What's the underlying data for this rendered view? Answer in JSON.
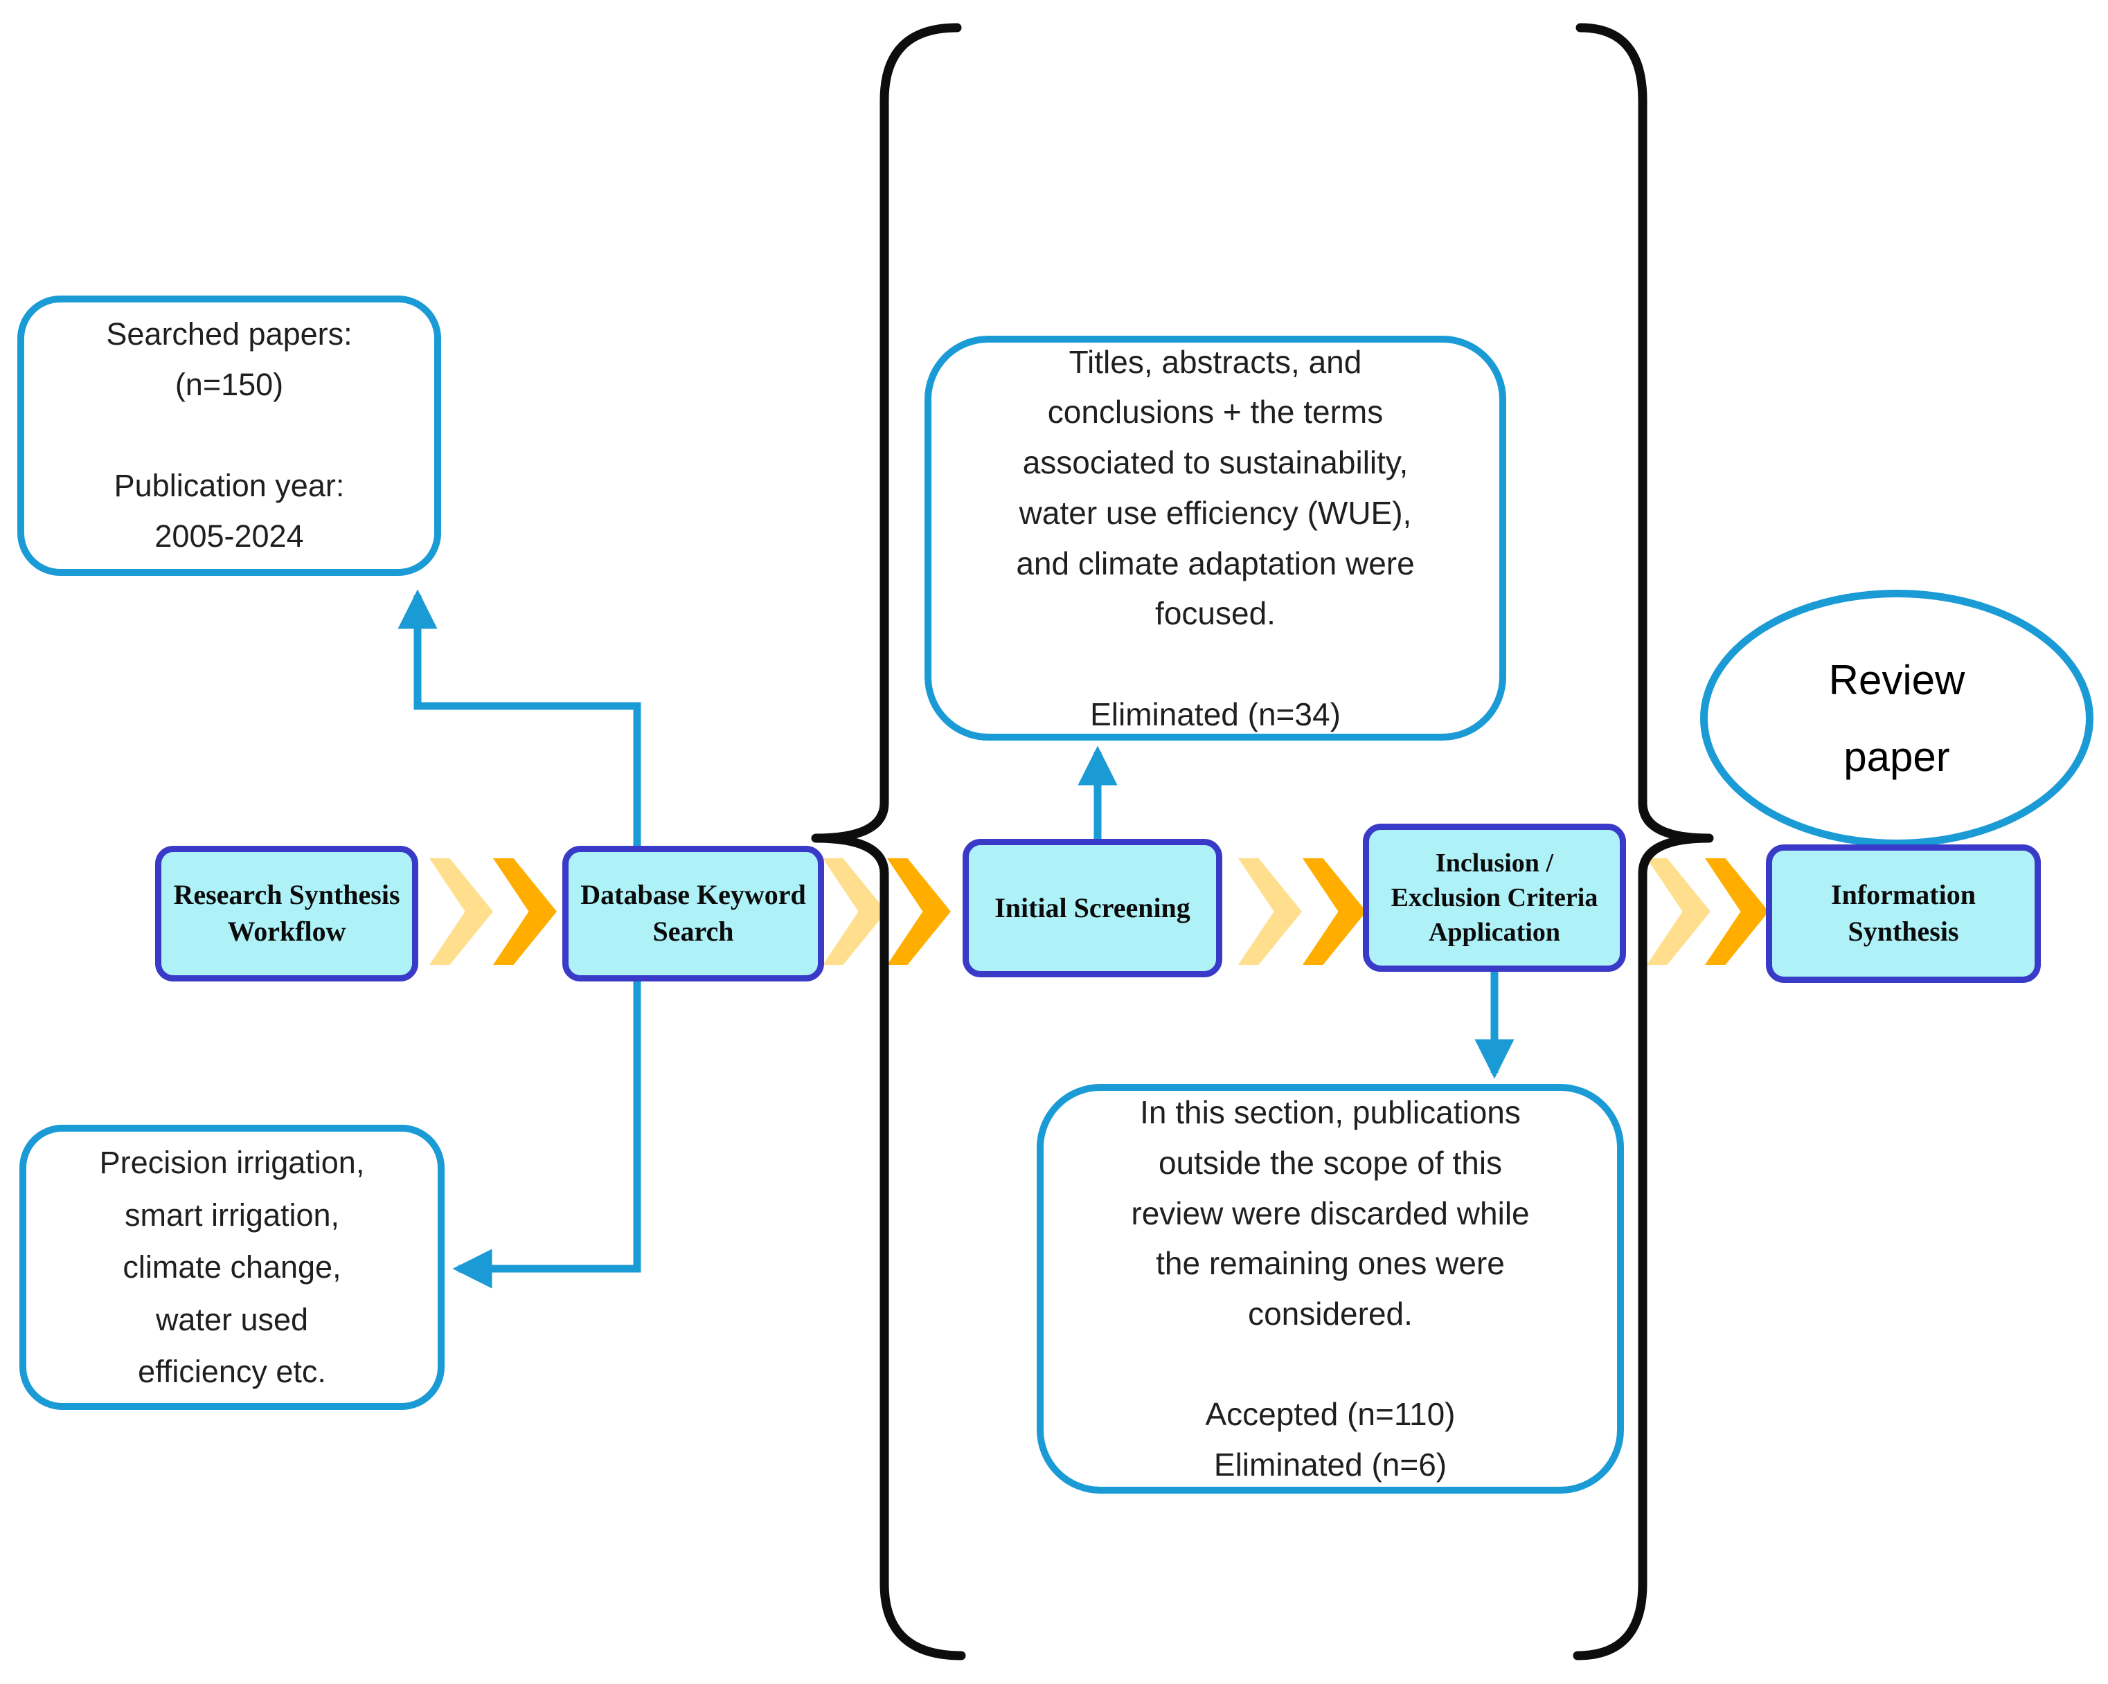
{
  "colors": {
    "callout_border": "#1b9bd6",
    "arrow_blue": "#1b9bd6",
    "box_fill": "#aef2f8",
    "box_border": "#3a3ac8",
    "chevron_light": "#ffdf8e",
    "chevron_dark": "#ffae00",
    "brace": "#0d0d0d",
    "text": "#1f1f1f"
  },
  "workflow": {
    "steps": [
      {
        "lines": [
          "Research Synthesis",
          "Workflow"
        ]
      },
      {
        "lines": [
          "Database Keyword",
          "Search"
        ]
      },
      {
        "lines": [
          "Initial Screening"
        ]
      },
      {
        "lines": [
          "Inclusion /",
          "Exclusion Criteria",
          "Application"
        ]
      },
      {
        "lines": [
          "Information",
          "Synthesis"
        ]
      }
    ]
  },
  "callouts": {
    "searched_papers": {
      "lines": [
        "Searched papers:",
        "(n=150)",
        "",
        "Publication year:",
        "2005-2024"
      ]
    },
    "keywords": {
      "lines": [
        "Precision irrigation,",
        "smart irrigation,",
        "climate change,",
        "water used",
        "efficiency etc."
      ]
    },
    "screening_note": {
      "lines": [
        "Titles, abstracts, and",
        "conclusions + the terms",
        "associated to sustainability,",
        "water use efficiency (WUE),",
        "and climate adaptation were",
        "focused.",
        "",
        "Eliminated (n=34)"
      ]
    },
    "criteria_note": {
      "lines": [
        "In this section, publications",
        "outside the scope of this",
        "review were discarded while",
        "the remaining ones were",
        "considered.",
        "",
        "Accepted (n=110)",
        "Eliminated (n=6)"
      ]
    }
  },
  "result": {
    "lines": [
      "Review",
      "paper"
    ]
  }
}
